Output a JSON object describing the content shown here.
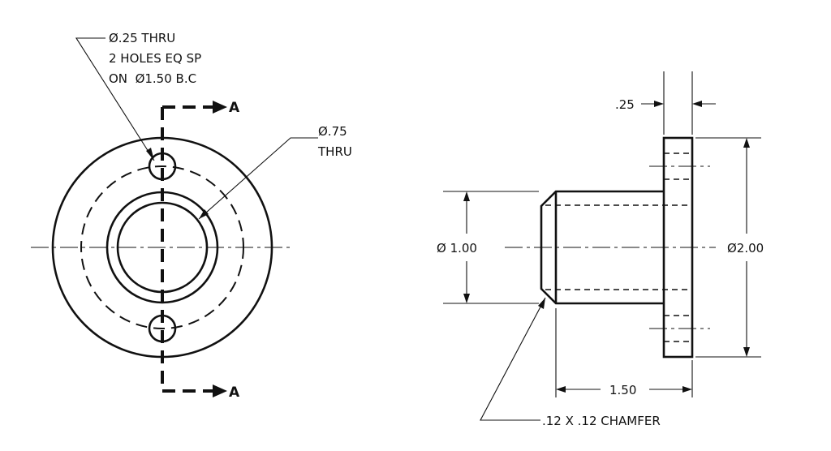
{
  "front_view": {
    "hole_note": [
      "Ø.25 THRU",
      "2 HOLES EQ SP",
      "ON  Ø1.50 B.C"
    ],
    "bore_note": [
      "Ø.75",
      "THRU"
    ],
    "section_label_top": "A",
    "section_label_bottom": "A"
  },
  "side_view": {
    "flange_thickness": ".25",
    "shaft_diameter": "Ø 1.00",
    "flange_diameter": "Ø2.00",
    "shaft_length": "1.50",
    "chamfer_note": ".12 X .12 CHAMFER"
  }
}
